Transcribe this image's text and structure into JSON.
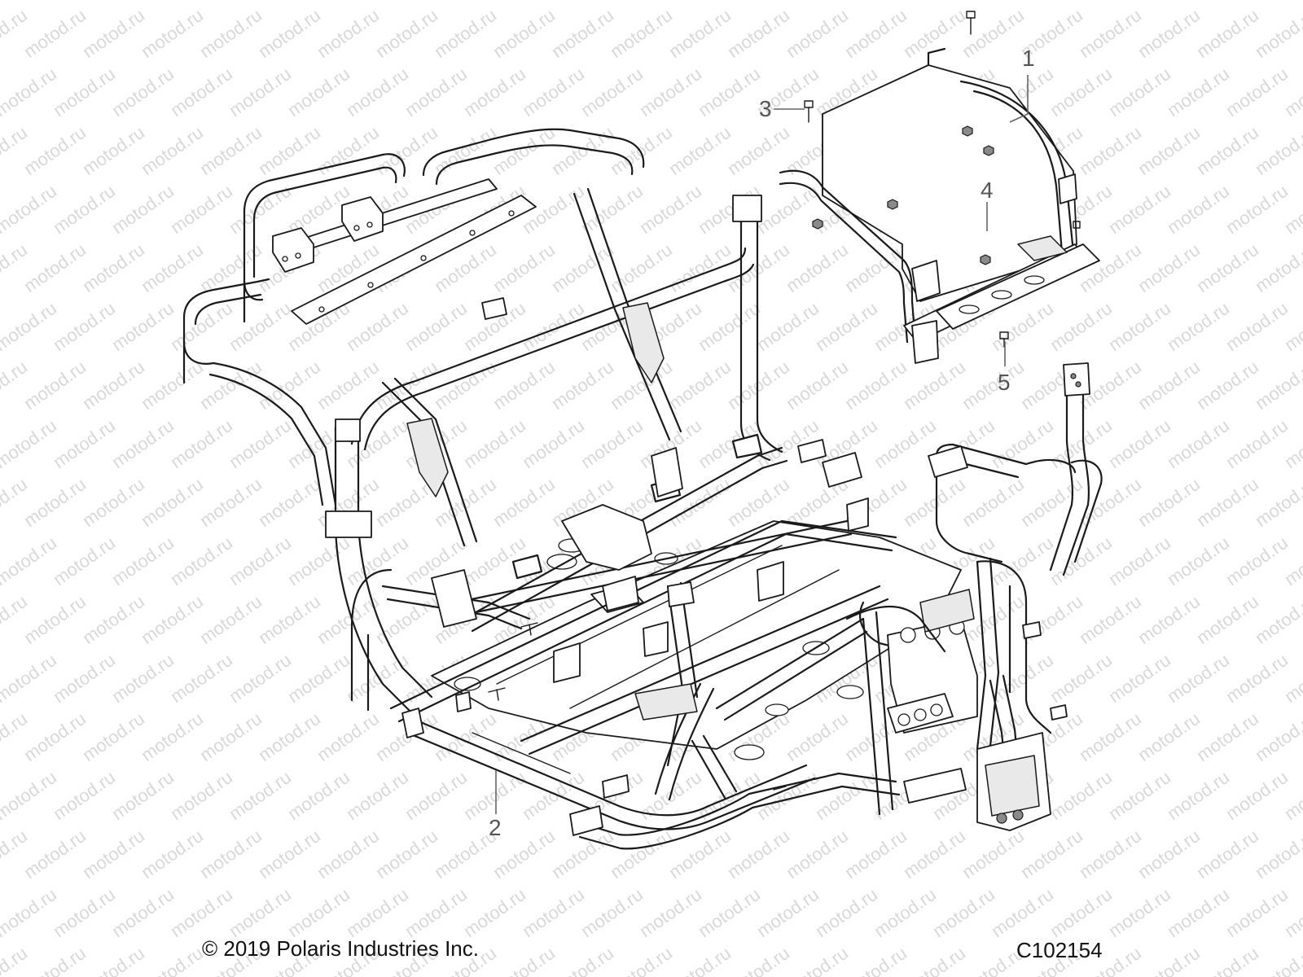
{
  "watermark": {
    "text": "motod.ru",
    "color": "#d9d9d9"
  },
  "callouts": [
    {
      "id": "1",
      "label": "1"
    },
    {
      "id": "2",
      "label": "2"
    },
    {
      "id": "3",
      "label": "3"
    },
    {
      "id": "4",
      "label": "4"
    },
    {
      "id": "5",
      "label": "5"
    }
  ],
  "footer": {
    "copyright": "© 2019 Polaris Industries Inc.",
    "drawing_number": "C102154"
  },
  "colors": {
    "line": "#1a1a1a",
    "callout_text": "#555555",
    "background": "#ffffff"
  }
}
